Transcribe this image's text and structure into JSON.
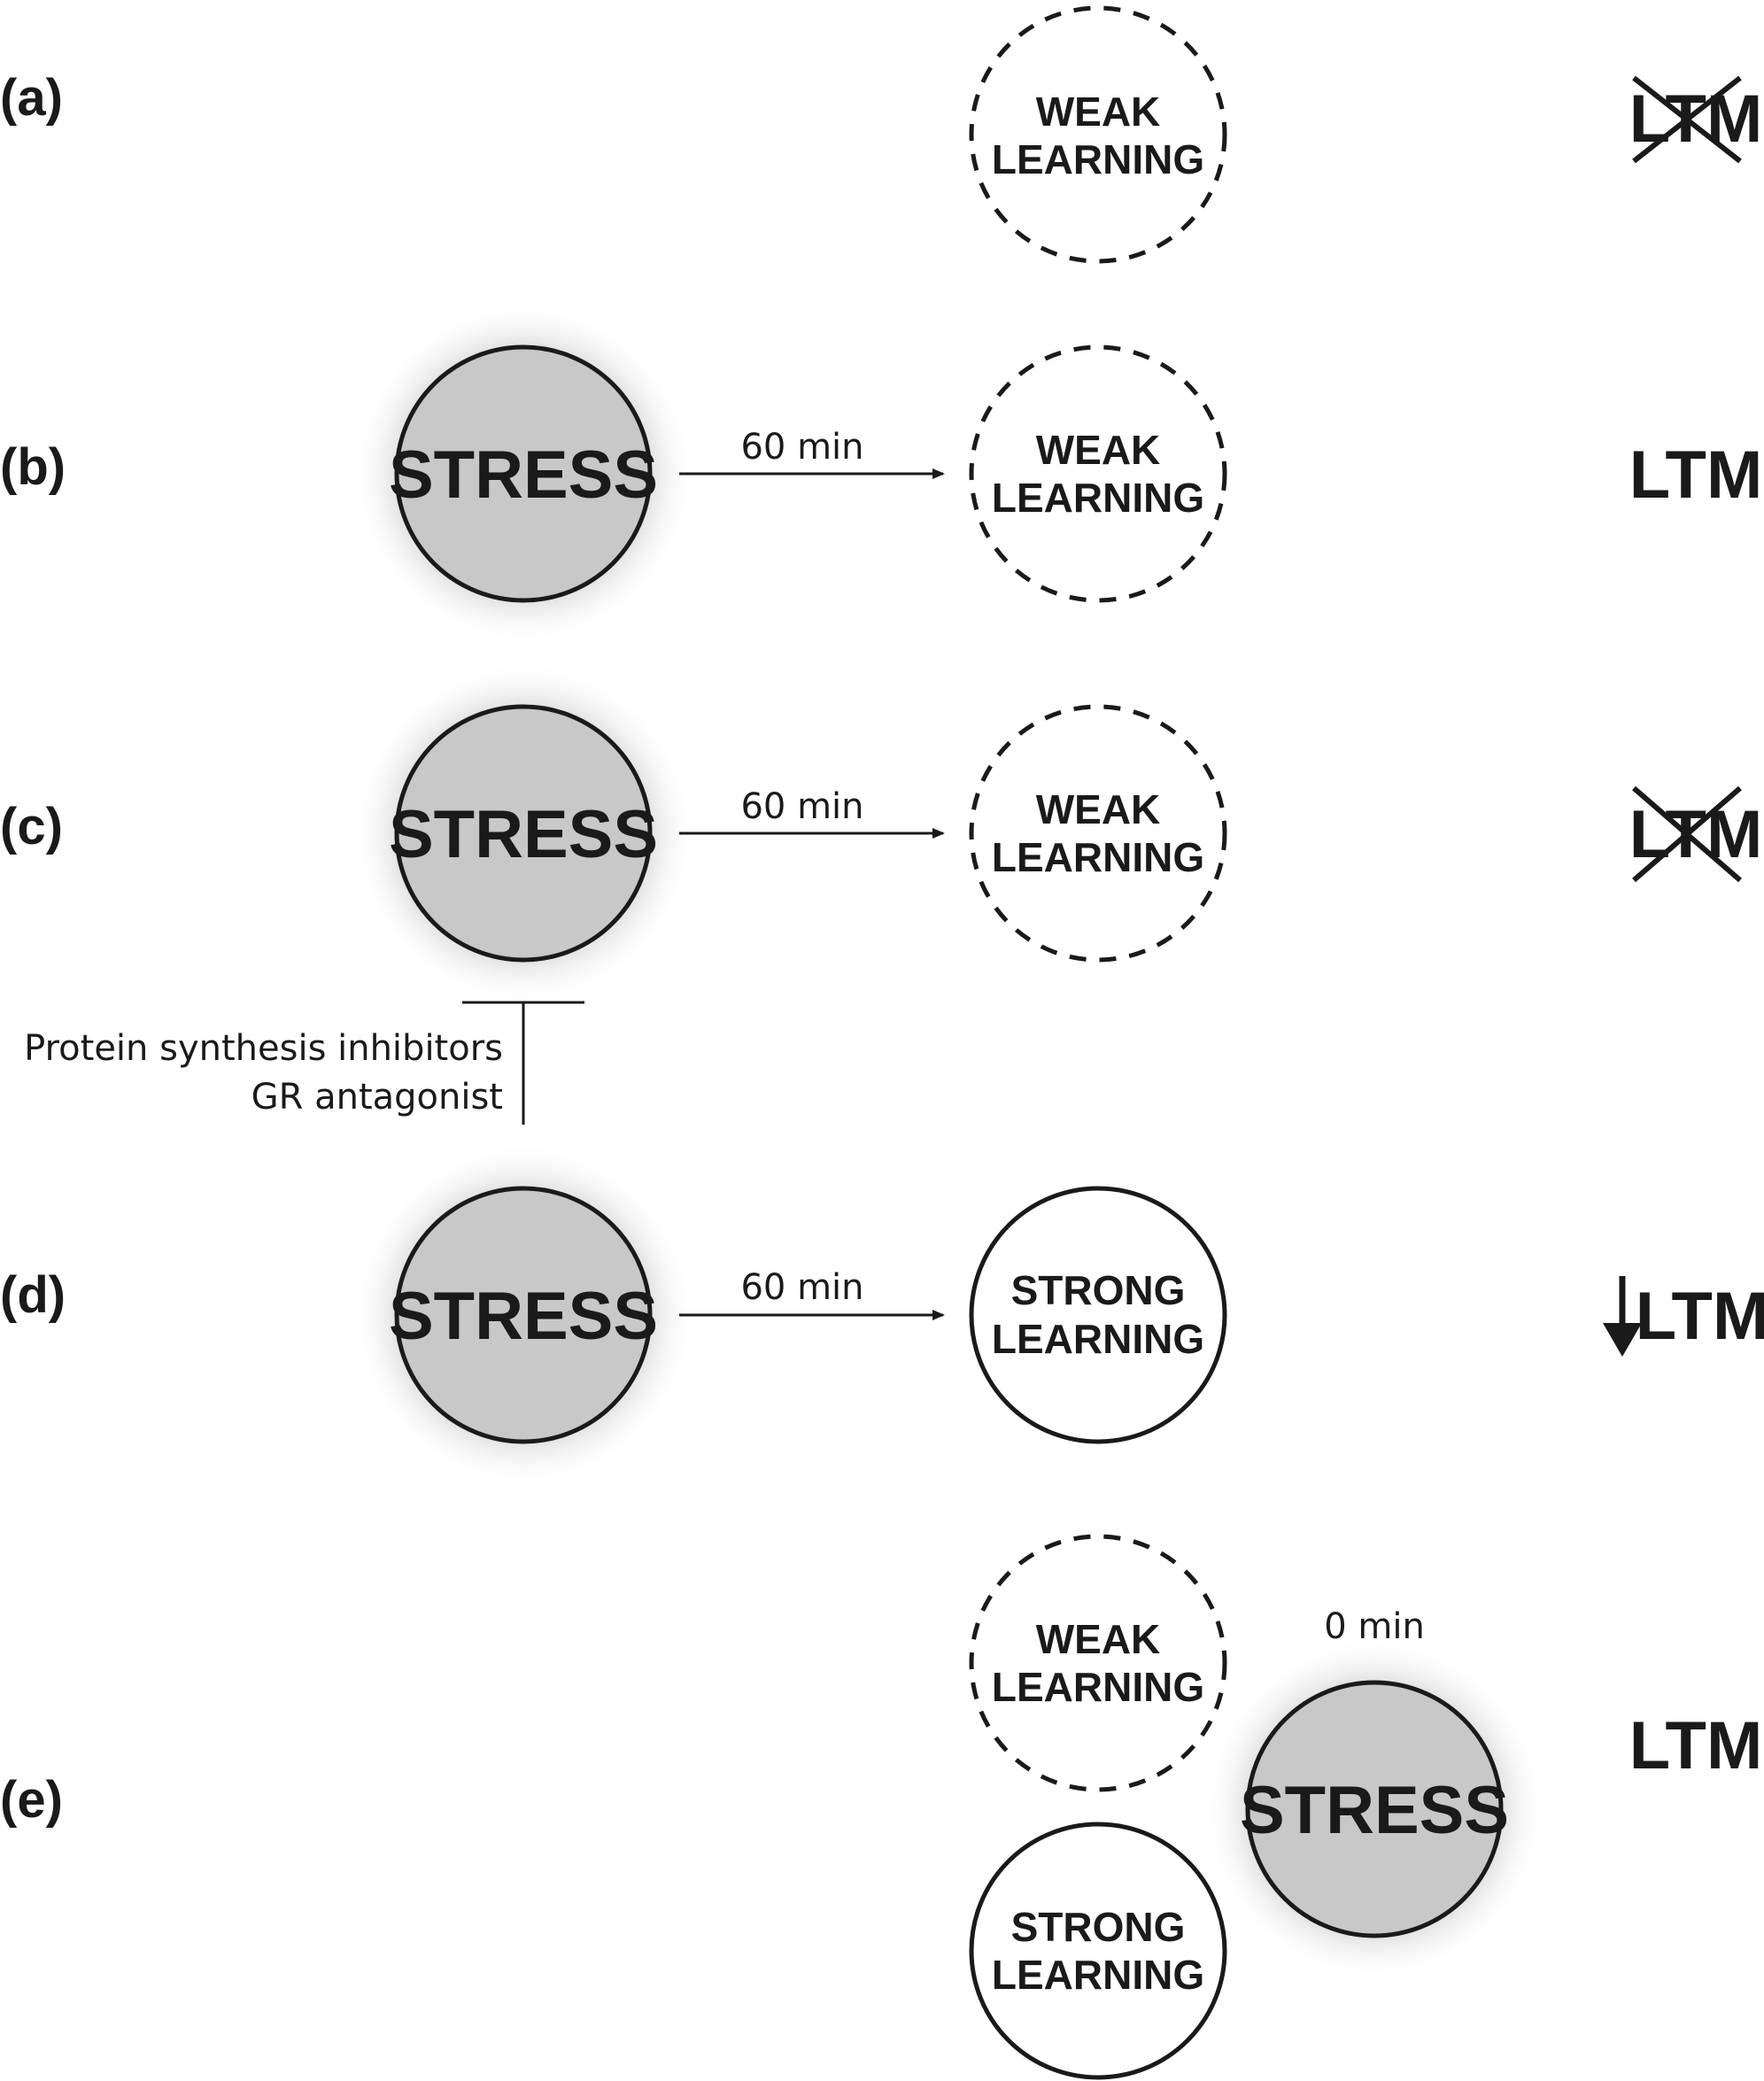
{
  "panels": {
    "a": {
      "label": "(a)",
      "learning": [
        "WEAK",
        "LEARNING"
      ],
      "outcome": "LTM",
      "outcome_crossed": true
    },
    "b": {
      "label": "(b)",
      "stress": "STRESS",
      "delay": "60 min",
      "learning": [
        "WEAK",
        "LEARNING"
      ],
      "outcome": "LTM"
    },
    "c": {
      "label": "(c)",
      "stress": "STRESS",
      "delay": "60 min",
      "learning": [
        "WEAK",
        "LEARNING"
      ],
      "outcome": "LTM",
      "outcome_crossed": true,
      "inhibitors": [
        "Protein synthesis inhibitors",
        "GR antagonist"
      ]
    },
    "d": {
      "label": "(d)",
      "stress": "STRESS",
      "delay": "60 min",
      "learning": [
        "STRONG",
        "LEARNING"
      ],
      "outcome": "LTM",
      "outcome_decreased": true
    },
    "e": {
      "label": "(e)",
      "weak_learning": [
        "WEAK",
        "LEARNING"
      ],
      "strong_learning": [
        "STRONG",
        "LEARNING"
      ],
      "stress": "STRESS",
      "delay": "0 min",
      "outcome": "LTM"
    }
  },
  "colors": {
    "stress_fill": "#c8c8c8",
    "stroke": "#1a1a1a",
    "glow": "#bdbdbd"
  }
}
